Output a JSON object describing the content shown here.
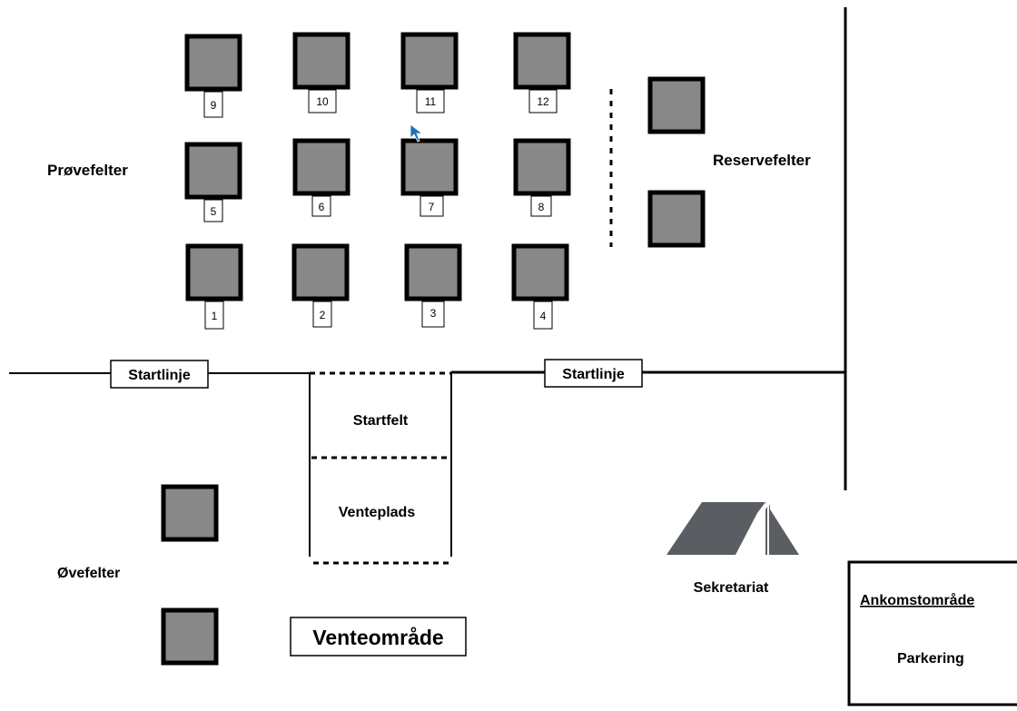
{
  "colors": {
    "field_fill": "#888888",
    "stroke": "#000000",
    "tent": "#5a5e62",
    "background": "#ffffff"
  },
  "labels": {
    "trial_fields": "Prøvefelter",
    "reserve_fields": "Reservefelter",
    "start_line_left": "Startlinje",
    "start_line_right": "Startlinje",
    "start_field": "Startfelt",
    "waiting_place": "Venteplads",
    "practice_fields": "Øvefelter",
    "waiting_area": "Venteområde",
    "secretariat": "Sekretariat",
    "arrival_area": "Ankomstområde",
    "parking": "Parkering"
  },
  "field_numbers": [
    "1",
    "2",
    "3",
    "4",
    "5",
    "6",
    "7",
    "8",
    "9",
    "10",
    "11",
    "12"
  ],
  "icons": {
    "secretariat": "tent-icon",
    "cursor": "mouse-cursor-icon"
  }
}
